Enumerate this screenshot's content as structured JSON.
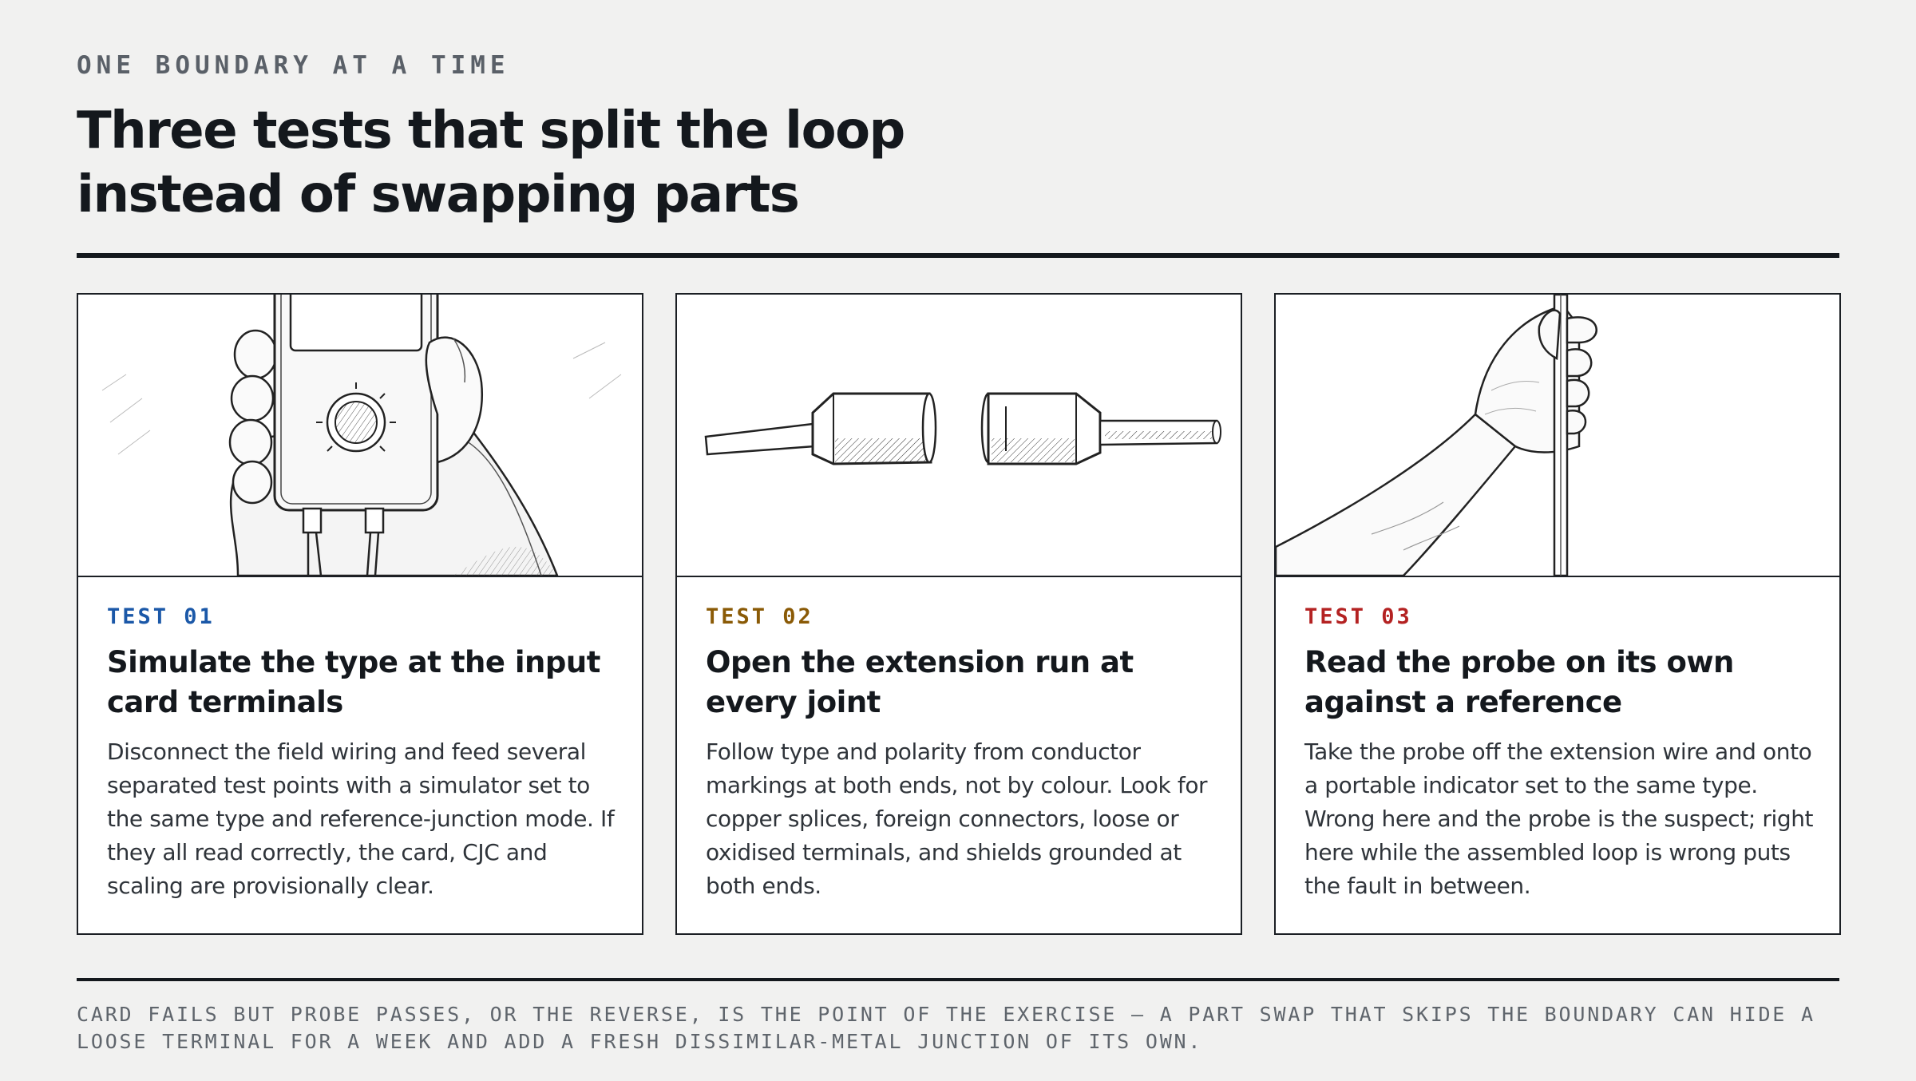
{
  "header": {
    "eyebrow": "ONE BOUNDARY AT A TIME",
    "title_line1": "Three tests that split the loop",
    "title_line2": "instead of swapping parts"
  },
  "cards": [
    {
      "tag": "TEST 01",
      "tag_color": "#1b58a8",
      "heading": "Simulate the type at the input card terminals",
      "body": "Disconnect the field wiring and feed several separated test points with a simulator set to the same type and reference-junction mode. If they all read correctly, the card, CJC and scaling are provisionally clear.",
      "illustration": "hand-holding-simulator-icon"
    },
    {
      "tag": "TEST 02",
      "tag_color": "#8a5a06",
      "heading": "Open the extension run at every joint",
      "body": "Follow type and polarity from conductor markings at both ends, not by colour. Look for copper splices, foreign connectors, loose or oxidised terminals, and shields grounded at both ends.",
      "illustration": "separated-connector-icon"
    },
    {
      "tag": "TEST 03",
      "tag_color": "#b42222",
      "heading": "Read the probe on its own against a reference",
      "body": "Take the probe off the extension wire and onto a portable indicator set to the same type. Wrong here and the probe is the suspect; right here while the assembled loop is wrong puts the fault in between.",
      "illustration": "hand-holding-probe-icon"
    }
  ],
  "footer": {
    "note": "CARD FAILS BUT PROBE PASSES, OR THE REVERSE, IS THE POINT OF THE EXERCISE — A PART SWAP THAT SKIPS THE BOUNDARY CAN HIDE A LOOSE TERMINAL FOR A WEEK AND ADD A FRESH DISSIMILAR-METAL JUNCTION OF ITS OWN."
  }
}
